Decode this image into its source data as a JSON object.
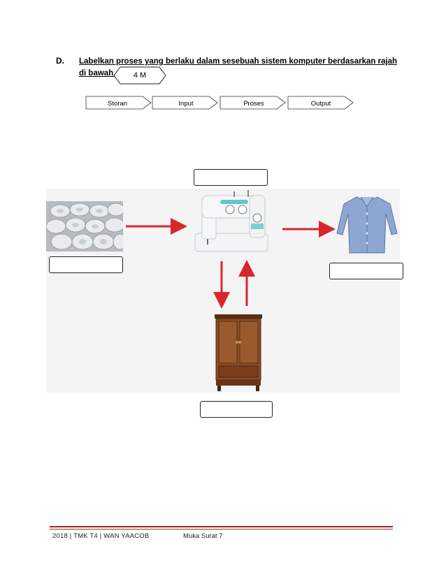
{
  "question": {
    "number": "D.",
    "text": "Labelkan proses yang berlaku dalam sesebuah sistem komputer berdasarkan rajah di bawah.",
    "marks": "4 M"
  },
  "options": [
    "Storan",
    "Input",
    "Proses",
    "Output"
  ],
  "diagram": {
    "arrow_color": "#d9262b"
  },
  "footer": {
    "left": "2018 | TMK T4 | WAN YAACOB",
    "page": "Muka Surat 7",
    "rule_color": "#9a2722"
  }
}
